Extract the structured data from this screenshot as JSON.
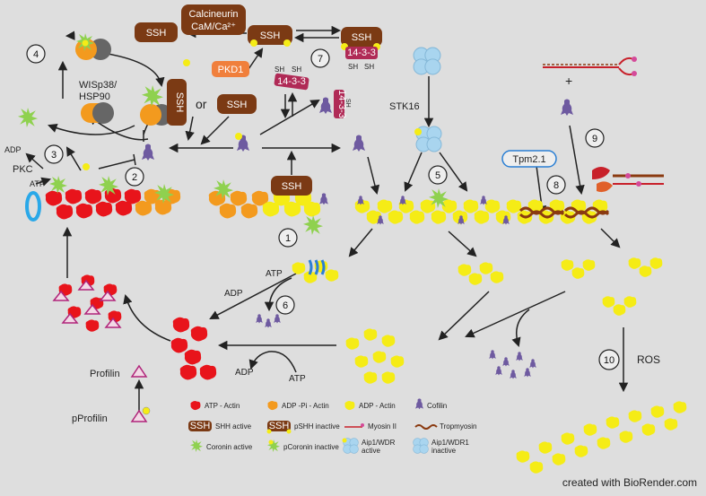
{
  "labels": {
    "calcineurin_l1": "Calcineurin",
    "calcineurin_l2": "CaM/Ca²⁺",
    "ssh": "SSH",
    "pkd1": "PKD1",
    "or": "or",
    "wisp_l1": "WISp38/",
    "wisp_l2": "HSP90",
    "adp": "ADP",
    "atp": "ATP",
    "pkc": "PKC",
    "stk16": "STK16",
    "tpm": "Tpm2.1",
    "profilin": "Profilin",
    "pprofilin": "pProfilin",
    "ros": "ROS",
    "sh": "SH",
    "p1433": "14-3-3",
    "plus": "+"
  },
  "steps": [
    "1",
    "2",
    "3",
    "4",
    "5",
    "6",
    "7",
    "8",
    "9",
    "10"
  ],
  "legend": {
    "atp_actin": "ATP - Actin",
    "adppi_actin": "ADP -Pi - Actin",
    "adp_actin": "ADP - Actin",
    "cofilin": "Cofilin",
    "ssh_active": "SHH active",
    "pssh_inactive": "pSHH inactive",
    "myosin": "Myosin II",
    "tropomyosin": "Tropmyosin",
    "coronin_active": "Coronin active",
    "pcoronin_inactive": "pCoronin inactive",
    "aip_active_l1": "Aip1/WDR",
    "aip_active_l2": "active",
    "aip_inactive_l1": "Aip1/WDR1",
    "aip_inactive_l2": "inactive"
  },
  "credit": "created with BioRender.com",
  "colors": {
    "atp_actin": "#e8141b",
    "adppi_actin": "#f39a1e",
    "adp_actin": "#f5ec16",
    "cofilin": "#6e5aa0",
    "ssh": "#7b3a14",
    "coronin": "#8fd14f",
    "aip": "#a9d5ef",
    "pkd1": "#f07f3c",
    "p1433": "#b02a56",
    "profilin": "#b0247a",
    "tpm2": "#2a7fd4",
    "myosin": "#c8202a",
    "tropomyosin": "#8a3a10"
  }
}
